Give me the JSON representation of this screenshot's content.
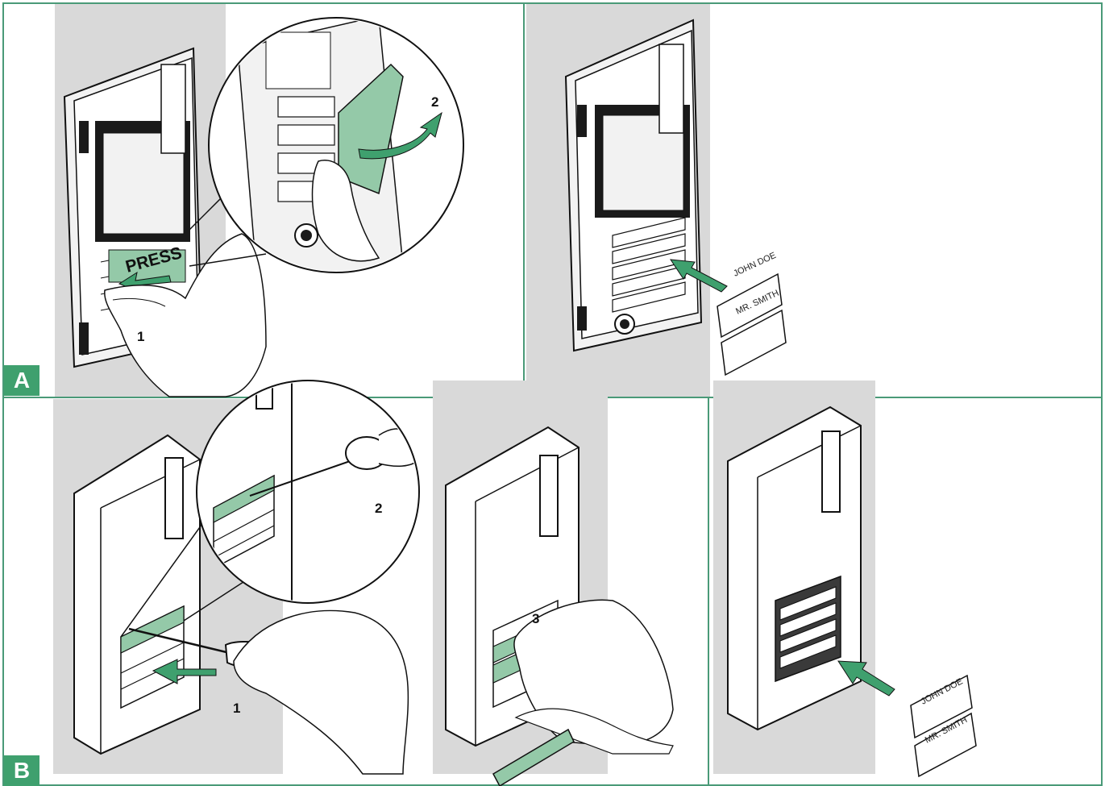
{
  "sections": [
    {
      "label": "A"
    },
    {
      "label": "B"
    }
  ],
  "panel_a1": {
    "press_text": "PRESS",
    "step_1": "1",
    "step_2": "2"
  },
  "panel_a2": {
    "plate_1": "JOHN DOE",
    "plate_2": "MR. SMITH"
  },
  "panel_b1": {
    "step_1": "1",
    "step_2": "2"
  },
  "panel_b2": {
    "step_3": "3"
  },
  "panel_b3": {
    "plate_1": "JOHN DOE",
    "plate_2": "MR. SMITH"
  },
  "colors": {
    "frame": "#4a9a78",
    "accent_green": "#3fa06e",
    "label_green": "#94c9a8",
    "background_gray": "#d9d9d9"
  }
}
